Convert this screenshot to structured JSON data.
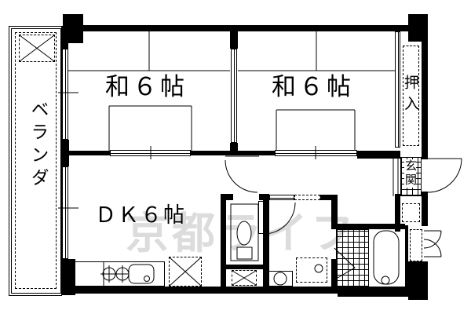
{
  "floorplan": {
    "rooms": {
      "washitsu_left": {
        "label": "和６帖"
      },
      "washitsu_right": {
        "label": "和６帖"
      },
      "dining_kitchen": {
        "label": "ＤＫ６帖"
      },
      "closet": {
        "label": "押入"
      },
      "entrance": {
        "label": "玄関"
      },
      "veranda": {
        "label": "ベランダ"
      }
    },
    "watermark": {
      "text": "京都ライフ",
      "color": "#dcdcdc"
    },
    "colors": {
      "wall": "#000000",
      "floor": "#ffffff",
      "line": "#000000"
    }
  }
}
